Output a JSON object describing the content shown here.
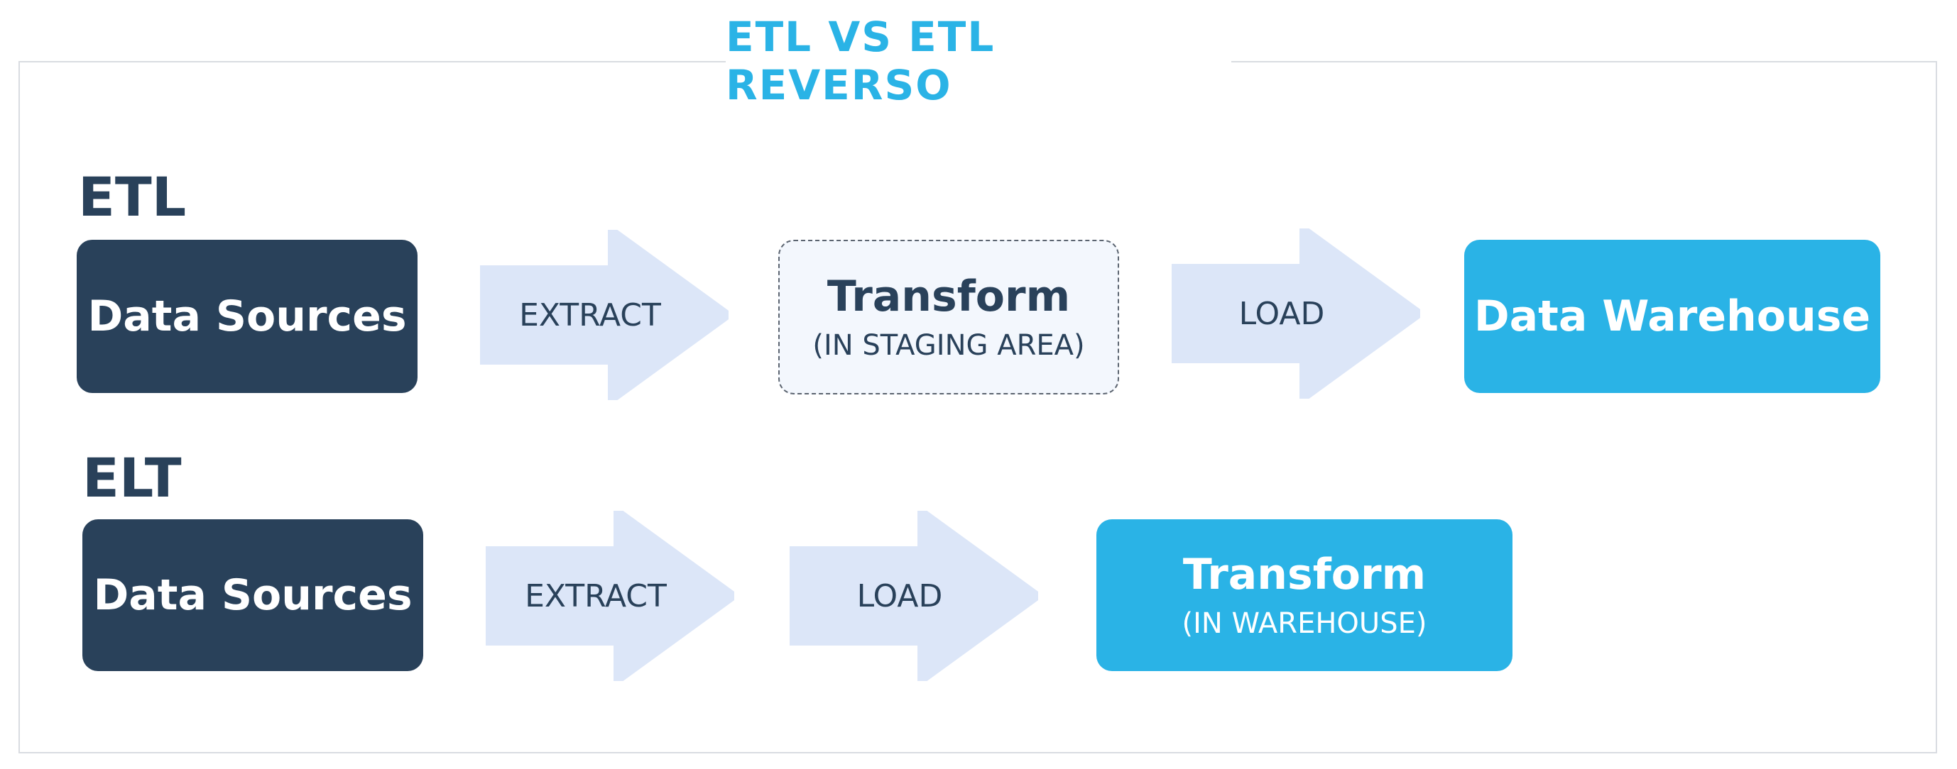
{
  "title": "ETL VS ETL REVERSO",
  "colors": {
    "dark": "#29415a",
    "accent": "#2ab3e6",
    "arrow": "#dce6f8",
    "staging_bg": "#f3f7fd"
  },
  "etl": {
    "label": "ETL",
    "source": "Data Sources",
    "extract": "EXTRACT",
    "transform": "Transform",
    "transform_sub": "(IN STAGING AREA)",
    "load": "LOAD",
    "destination": "Data Warehouse"
  },
  "elt": {
    "label": "ELT",
    "source": "Data Sources",
    "extract": "EXTRACT",
    "load": "LOAD",
    "transform": "Transform",
    "transform_sub": "(IN WAREHOUSE)"
  }
}
